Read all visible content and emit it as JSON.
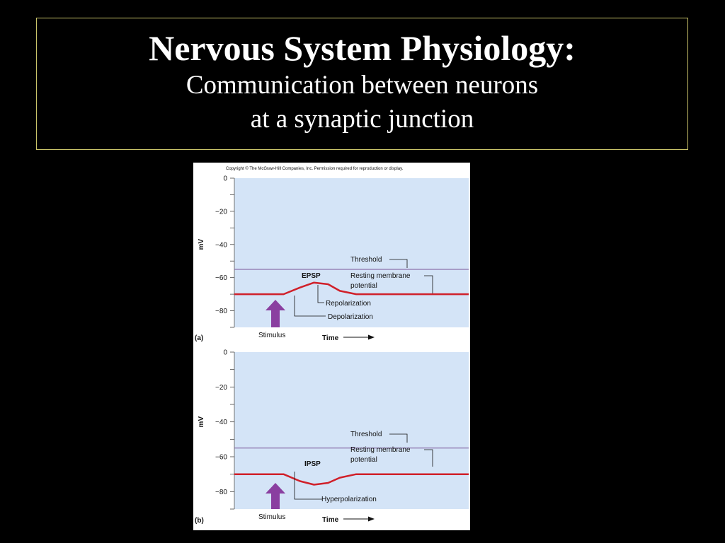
{
  "slide": {
    "title": "Nervous System Physiology:",
    "subtitle_line1": "Communication between neurons",
    "subtitle_line2": "at a synaptic junction"
  },
  "figure": {
    "copyright": "Copyright © The McGraw-Hill Companies, Inc. Permission required for reproduction or display."
  },
  "colors": {
    "plot_bg": "#d4e4f7",
    "threshold": "#8060a0",
    "trace": "#d0202a",
    "arrow": "#8a3fa0"
  },
  "chart_data": [
    {
      "type": "line",
      "panel_label": "(a)",
      "ylabel": "mV",
      "xlabel": "Time",
      "ylim": [
        -90,
        0
      ],
      "yticks": [
        0,
        -20,
        -40,
        -60,
        -80
      ],
      "threshold": -55,
      "series": [
        {
          "name": "EPSP",
          "x": [
            0,
            0.21,
            0.28,
            0.34,
            0.4,
            0.45,
            0.52,
            1.0
          ],
          "y": [
            -70,
            -70,
            -66,
            -63,
            -64,
            -68,
            -70,
            -70
          ]
        }
      ],
      "labels": {
        "threshold": "Threshold",
        "resting_line1": "Resting membrane",
        "resting_line2": "potential",
        "event": "EPSP",
        "phase1": "Repolarization",
        "phase2": "Depolarization",
        "stimulus": "Stimulus"
      }
    },
    {
      "type": "line",
      "panel_label": "(b)",
      "ylabel": "mV",
      "xlabel": "Time",
      "ylim": [
        -90,
        0
      ],
      "yticks": [
        0,
        -20,
        -40,
        -60,
        -80
      ],
      "threshold": -55,
      "series": [
        {
          "name": "IPSP",
          "x": [
            0,
            0.21,
            0.28,
            0.34,
            0.4,
            0.45,
            0.52,
            1.0
          ],
          "y": [
            -70,
            -70,
            -74,
            -76,
            -75,
            -72,
            -70,
            -70
          ]
        }
      ],
      "labels": {
        "threshold": "Threshold",
        "resting_line1": "Resting membrane",
        "resting_line2": "potential",
        "event": "IPSP",
        "phase1": "Hyperpolarization",
        "stimulus": "Stimulus"
      }
    }
  ]
}
